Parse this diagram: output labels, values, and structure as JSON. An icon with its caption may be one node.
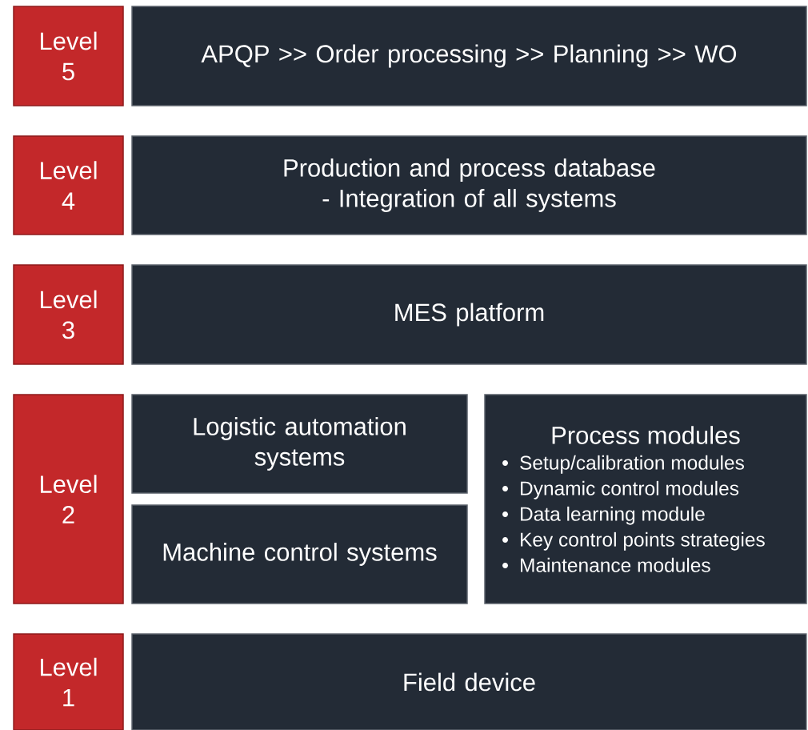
{
  "diagram": {
    "nodes": [
      {
        "text": [
          "Level 5"
        ]
      },
      {
        "text": [
          "APQP >> Order processing >> Planning >> WO"
        ]
      },
      {
        "text": [
          "Level 4"
        ]
      },
      {
        "text": [
          "Production and process database - Integration of all systems"
        ]
      },
      {
        "text": [
          "Level 3"
        ]
      },
      {
        "text": [
          "MES platform"
        ]
      },
      {
        "text": [
          "Level 2"
        ]
      },
      {
        "text": [
          "Logistic automation systems"
        ]
      },
      {
        "text": [
          "Process modules",
          "Setup/calibration modules",
          "Dynamic control modules",
          "Data learning module",
          "Key control points strategies",
          "Maintenance modules"
        ]
      },
      {
        "text": [
          "Machine control systems"
        ]
      },
      {
        "text": [
          "Level 1"
        ]
      },
      {
        "text": [
          "Field device"
        ]
      }
    ]
  }
}
